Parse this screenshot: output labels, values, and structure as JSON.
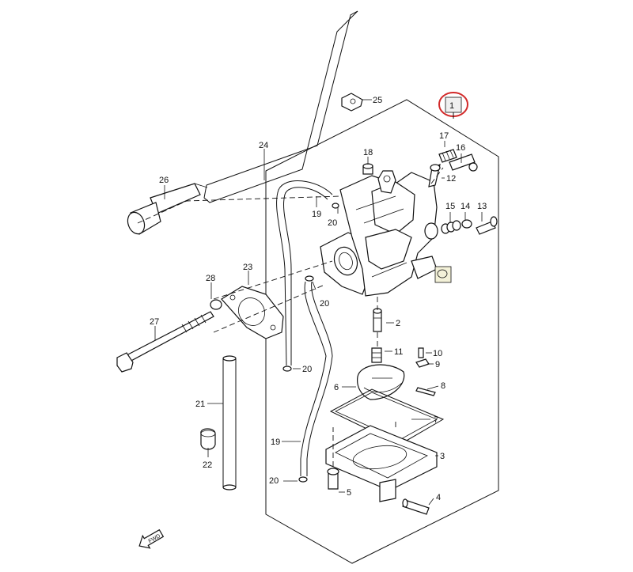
{
  "diagram": {
    "title": "",
    "assembly_callout": "1",
    "highlight_color": "#d22a2a",
    "callouts": [
      "1",
      "2",
      "3",
      "4",
      "5",
      "6",
      "7",
      "8",
      "9",
      "10",
      "11",
      "12",
      "13",
      "14",
      "15",
      "16",
      "17",
      "18",
      "19",
      "20",
      "21",
      "22",
      "23",
      "24",
      "25",
      "26",
      "27",
      "28"
    ],
    "callout_19_dup": "19",
    "callout_20_a": "20",
    "callout_20_b": "20",
    "callout_20_c": "20",
    "callout_20_d": "20",
    "fwd_label": "FWD"
  }
}
